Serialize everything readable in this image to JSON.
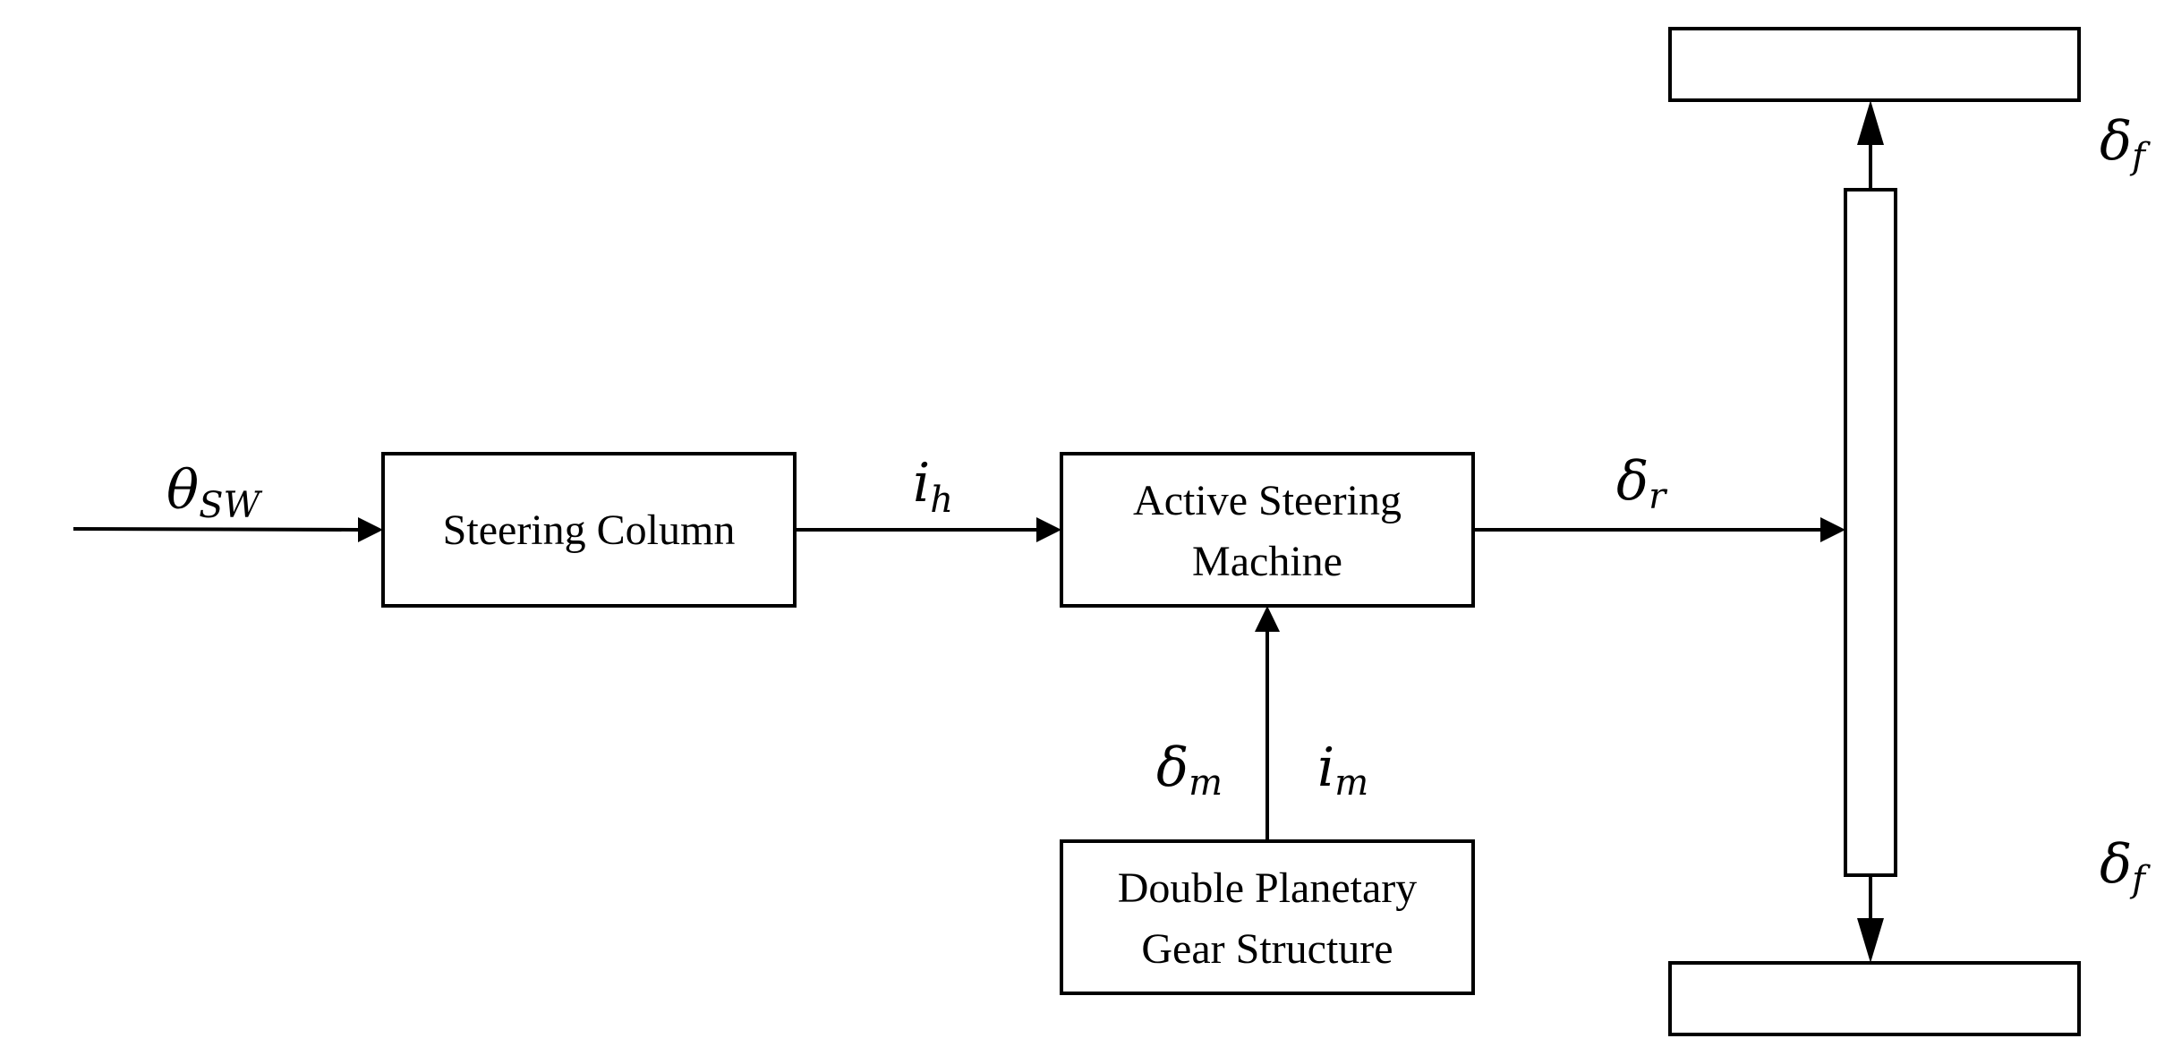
{
  "blocks": {
    "steering_column": "Steering Column",
    "active_steering": [
      "Active Steering",
      "Machine"
    ],
    "planetary_gear": [
      "Double Planetary",
      "Gear Structure"
    ]
  },
  "symbols": {
    "theta_sw": {
      "main": "θ",
      "sub": "SW"
    },
    "i_h": {
      "main": "i",
      "sub": "h"
    },
    "delta_r": {
      "main": "δ",
      "sub": "r"
    },
    "delta_m": {
      "main": "δ",
      "sub": "m"
    },
    "i_m": {
      "main": "i",
      "sub": "m"
    },
    "delta_f_top": {
      "main": "δ",
      "sub": "f"
    },
    "delta_f_bottom": {
      "main": "δ",
      "sub": "f"
    }
  },
  "colors": {
    "stroke": "#000000",
    "background": "#ffffff"
  }
}
